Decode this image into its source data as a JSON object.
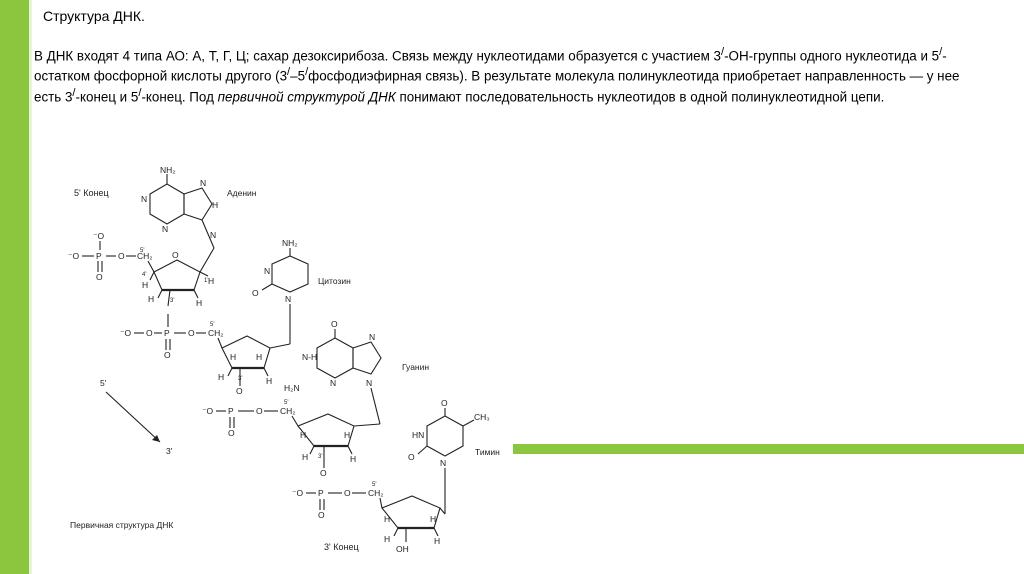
{
  "slide": {
    "title": "Структура ДНК.",
    "paragraph": {
      "part1": "В ДНК входят 4 типа АО: А, Т, Г, Ц; сахар дезоксирибоза. Связь между нуклеотидами образуется с участием 3",
      "sup1": "/",
      "part2": "-ОН-группы одного нуклеотида и 5",
      "sup2": "/",
      "part3": "-остатком фосфорной кислоты другого (3",
      "sup3": "/",
      "part4": "–5",
      "sup4": "/",
      "part5": "фосфодиэфирная связь). В результате молекула полинуклеотида приобретает направленность — у нее есть 3",
      "sup5": "/",
      "part6": "-конец и 5",
      "sup6": "/",
      "part7": "-конец. Под ",
      "italic": "первичной структурой ДНК",
      "part8": " понимают последовательность нуклеотидов в одной полинуклеотидной цепи."
    }
  },
  "diagram": {
    "five_prime_end": "5' Конец",
    "three_prime_end": "3' Конец",
    "caption": "Первичная структура ДНК",
    "direction_start": "5'",
    "direction_end": "3'",
    "bases": {
      "adenine": "Аденин",
      "cytosine": "Цитозин",
      "guanine": "Гуанин",
      "thymine": "Тимин"
    },
    "atoms": {
      "phosphorus": "P",
      "oxygen": "O",
      "o_minus": "⁻O",
      "nitrogen": "N",
      "hydrogen": "H",
      "hn": "HN",
      "nh": "N-H",
      "nh2": "NH₂",
      "h2n": "H₂N",
      "ch2": "CH₂",
      "ch3": "CH₃",
      "oh": "OH"
    },
    "ring_numbers": {
      "c1": "1'",
      "c3": "3'",
      "c4": "4'",
      "c5": "5'"
    }
  },
  "colors": {
    "accent_green": "#8cc63e"
  }
}
